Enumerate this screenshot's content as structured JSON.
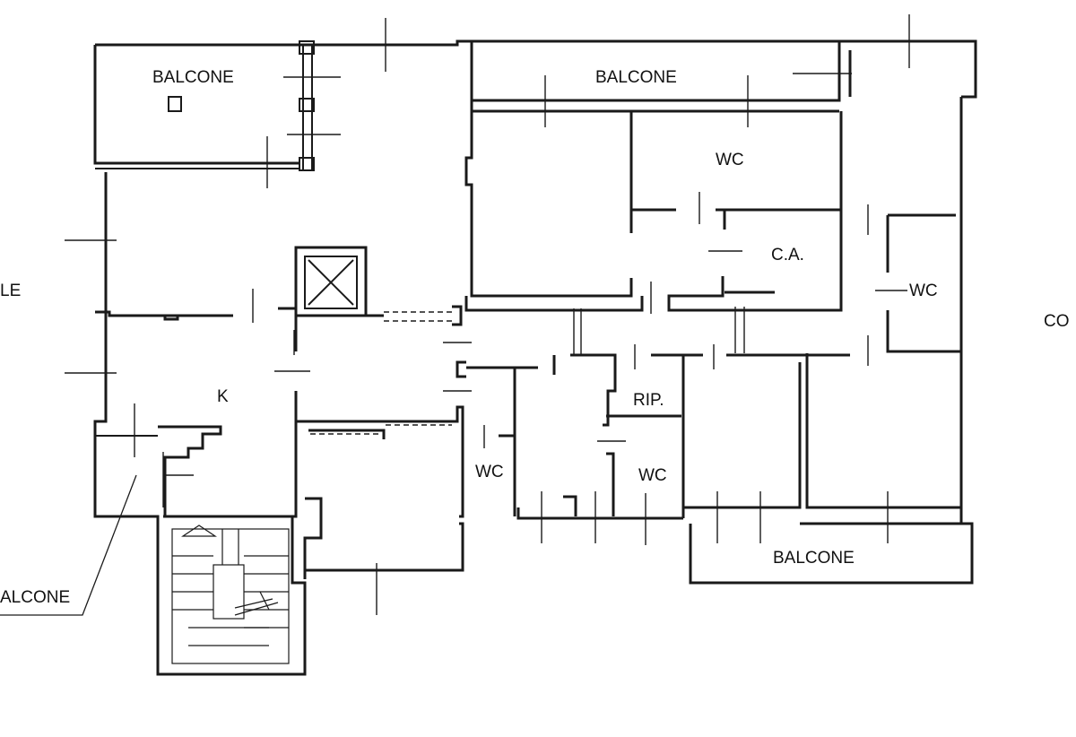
{
  "labels": {
    "balcone_top_left": "BALCONE",
    "balcone_top_mid": "BALCONE",
    "wc_top": "WC",
    "ca": "C.A.",
    "wc_right": "WC",
    "k": "K",
    "rip": "RIP.",
    "wc_left": "WC",
    "wc_mid": "WC",
    "balcone_bottom": "BALCONE",
    "balcone_leader": "ALCONE",
    "edge_left": "LE",
    "edge_right": "CO"
  }
}
